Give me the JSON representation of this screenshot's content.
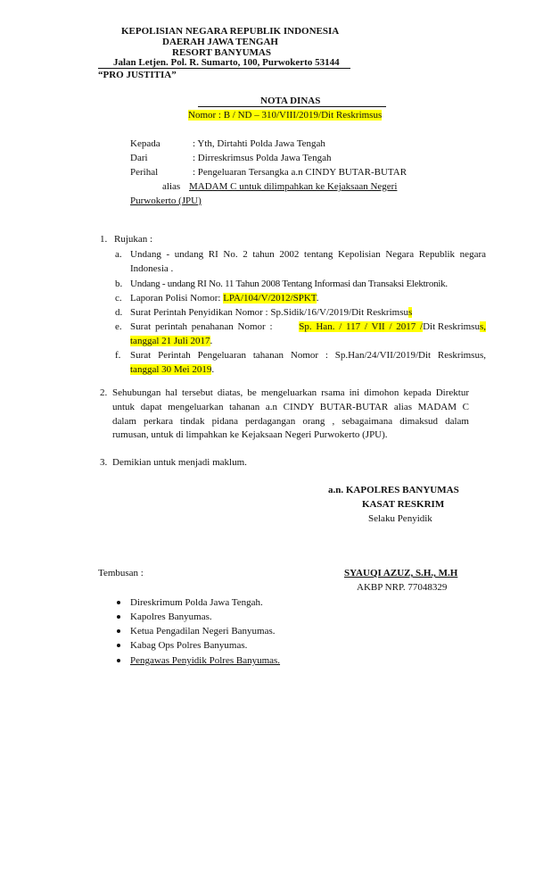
{
  "header": {
    "line1": "KEPOLISIAN NEGARA REPUBLIK INDONESIA",
    "line2": "DAERAH JAWA TENGAH",
    "line3": "RESORT BANYUMAS",
    "address": "Jalan Letjen. Pol. R. Sumarto, 100, Purwokerto 53144",
    "pro_justitia": "“PRO JUSTITIA”"
  },
  "title": {
    "heading": "NOTA DINAS",
    "number": "Nomor : B / ND – 310/VIII/2019/Dit Reskrimsus"
  },
  "meta": {
    "kepada_label": "Kepada",
    "kepada_value": ": Yth, Dirtahti Polda Jawa Tengah",
    "dari_label": "Dari",
    "dari_value": ": Dirreskrimsus Polda Jawa Tengah",
    "perihal_label": "Perihal",
    "perihal_value": ": Pengeluaran Tersangka a.n CINDY BUTAR-BUTAR",
    "perihal_alias": "alias",
    "perihal_cont1": "MADAM C untuk dilimpahkan ke Kejaksaan Negeri",
    "perihal_cont2": "Purwokerto (JPU)"
  },
  "section1": {
    "num": "1.",
    "title": "Rujukan :",
    "items": [
      {
        "letter": "a.",
        "text1": "Undang - undang RI No. 2 tahun 2002 tentang Kepolisian Negara Republik negara",
        "text2": "Indonesia ."
      },
      {
        "letter": "b.",
        "text1": "Undang - undang RI No. 11 Tahun 2008 Tentang Informasi dan Transaksi Elektronik."
      },
      {
        "letter": "c.",
        "pre": "Laporan Polisi Nomor: ",
        "hl": "LPA/104/V/2012/SPKT",
        "post": "."
      },
      {
        "letter": "d.",
        "pre": "Surat Perintah Penyidikan Nomor : Sp.Sidik/16/V/2019/Dit Reskrimsu",
        "hl": "s"
      },
      {
        "letter": "e.",
        "pre": "Surat perintah penahanan Nomor : ",
        "hl": "Sp. Han. / 117 / VII / 2017 /",
        "mid": "Dit Reskrimsu",
        "hl2": "s,",
        "line2_hl": "tanggal 21 Juli 2017",
        "line2_post": "."
      },
      {
        "letter": "f.",
        "text1": "Surat Perintah Pengeluaran tahanan Nomor : Sp.Han/24/VII/2019/Dit Reskrimsus,",
        "line2_hl": "tanggal 30 Mei 2019",
        "line2_post": "."
      }
    ]
  },
  "section2": {
    "num": "2.",
    "lines": [
      "Sehubungan hal tersebut diatas, be mengeluarkan rsama ini dimohon kepada Direktur",
      "untuk dapat mengeluarkan tahanan a.n CINDY BUTAR-BUTAR alias MADAM C",
      "dalam perkara tindak pidana perdagangan orang , sebagaimana dimaksud dalam",
      "rumusan, untuk di limpahkan ke Kejaksaan Negeri Purwokerto (JPU)."
    ]
  },
  "section3": {
    "num": "3.",
    "text": "Demikian untuk menjadi maklum."
  },
  "signature": {
    "line1": "a.n. KAPOLRES BANYUMAS",
    "line2": "KASAT RESKRIM",
    "line3": "Selaku Penyidik",
    "name": "SYAUQI AZUZ, S.H., M.H",
    "rank": "AKBP NRP. 77048329"
  },
  "tembusan": {
    "label": "Tembusan :",
    "items": [
      "Direskrimum Polda Jawa Tengah.",
      "Kapolres Banyumas.",
      "Ketua Pengadilan Negeri Banyumas.",
      "Kabag Ops Polres Banyumas.",
      "Pengawas Penyidik Polres Banyumas."
    ]
  }
}
